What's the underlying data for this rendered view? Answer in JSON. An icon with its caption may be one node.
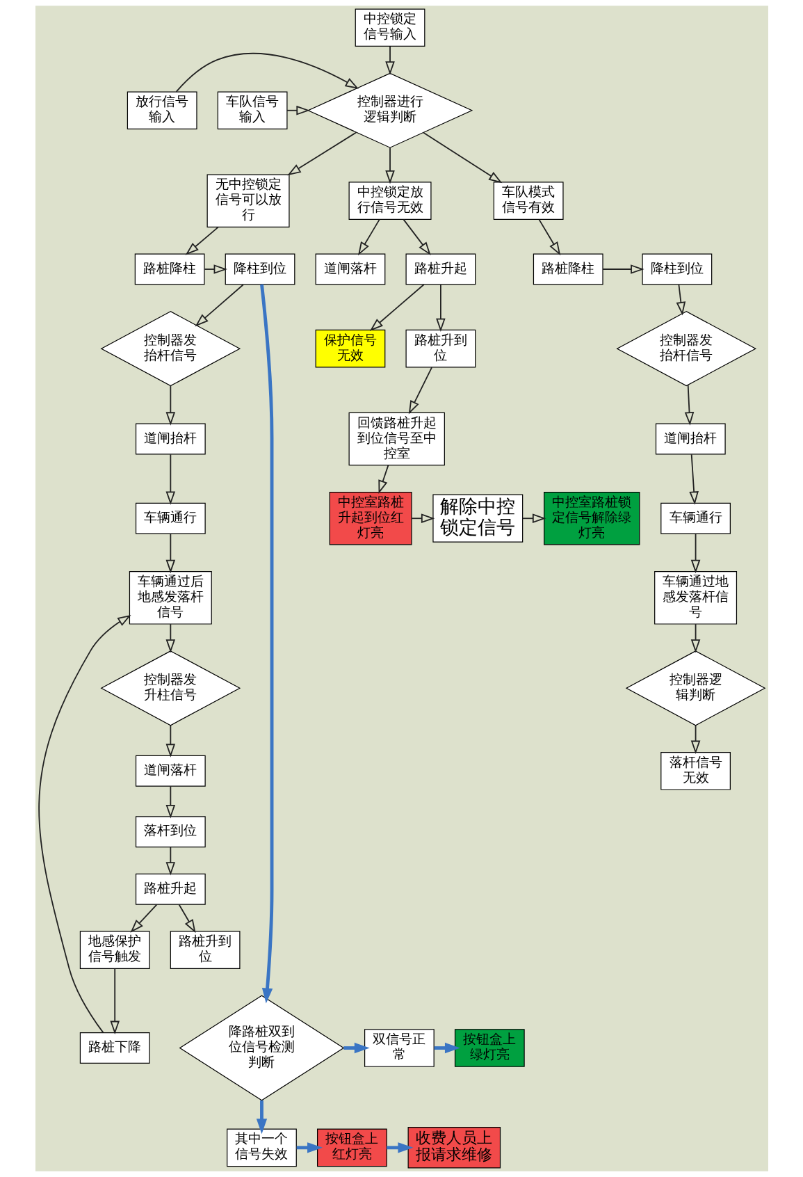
{
  "diagram": {
    "nodes": [
      {
        "text": [
          "中控锁定信号输入"
        ]
      },
      {
        "text": [
          "放行信号输入"
        ]
      },
      {
        "text": [
          "控制器进行逻辑判断"
        ]
      },
      {
        "text": [
          "车队信号输入"
        ]
      },
      {
        "text": [
          "无中控锁定信号可以放行"
        ]
      },
      {
        "text": [
          "中控锁定放行信号无效"
        ]
      },
      {
        "text": [
          "车队模式信号有效"
        ]
      },
      {
        "text": [
          "降柱到位"
        ]
      },
      {
        "text": [
          "路桩降柱"
        ]
      },
      {
        "text": [
          "控制器发抬杆信号"
        ]
      },
      {
        "text": [
          "道闸落杆"
        ]
      },
      {
        "text": [
          "路桩升起"
        ]
      },
      {
        "text": [
          "保护信号无效"
        ]
      },
      {
        "text": [
          "路桩降柱"
        ]
      },
      {
        "text": [
          "降柱到位"
        ]
      },
      {
        "text": [
          "控制器发抬杆信号"
        ]
      },
      {
        "text": [
          "道闸抬杆"
        ]
      },
      {
        "text": [
          "路桩升到位"
        ]
      },
      {
        "text": [
          "道闸抬杆"
        ]
      },
      {
        "text": [
          "车辆通行"
        ]
      },
      {
        "text": [
          "车辆通过后地感发落杆信号"
        ]
      },
      {
        "text": [
          "车辆通行"
        ]
      },
      {
        "text": [
          "车辆通过地感发落杆信号"
        ]
      },
      {
        "text": [
          "回馈路桩升起到位信号至中控室"
        ]
      },
      {
        "text": [
          "控制器发升柱信号"
        ]
      },
      {
        "text": [
          "控制器逻辑判断"
        ]
      },
      {
        "text": [
          "落杆到位"
        ]
      },
      {
        "text": [
          "道闸落杆"
        ]
      },
      {
        "text": [
          "路桩下降"
        ]
      },
      {
        "text": [
          "落杆信号无效"
        ]
      },
      {
        "text": [
          "路桩升起"
        ]
      },
      {
        "text": [
          "地感保护信号触发"
        ]
      },
      {
        "text": [
          "中控室路桩升起到位红灯亮"
        ]
      },
      {
        "text": [
          "解除中控锁定信号"
        ]
      },
      {
        "text": [
          "中控室路桩锁定信号解除绿灯亮"
        ]
      },
      {
        "text": [
          "路桩升到位"
        ]
      },
      {
        "text": [
          "降路桩双到位信号检测判断"
        ]
      },
      {
        "text": [
          "双信号正常"
        ]
      },
      {
        "text": [
          "按钮盒上绿灯亮"
        ]
      },
      {
        "text": [
          "其中一个信号失效"
        ]
      },
      {
        "text": [
          "按钮盒上红灯亮"
        ]
      },
      {
        "text": [
          "收费人员上报请求维修"
        ]
      }
    ],
    "edges": [
      {
        "from": 0,
        "to": 2,
        "arrow": "to"
      },
      {
        "from": 1,
        "to": 2,
        "arrow": "to"
      },
      {
        "from": 3,
        "to": 2,
        "arrow": "to"
      },
      {
        "from": 2,
        "to": 4,
        "arrow": "to"
      },
      {
        "from": 2,
        "to": 5,
        "arrow": "to"
      },
      {
        "from": 2,
        "to": 6,
        "arrow": "to"
      },
      {
        "from": 4,
        "to": 8,
        "arrow": "to"
      },
      {
        "from": 8,
        "to": 7,
        "arrow": "to"
      },
      {
        "from": 7,
        "to": 9,
        "arrow": "to"
      },
      {
        "from": 9,
        "to": 16,
        "arrow": "to"
      },
      {
        "from": 16,
        "to": 19,
        "arrow": "to"
      },
      {
        "from": 19,
        "to": 20,
        "arrow": "to"
      },
      {
        "from": 20,
        "to": 24,
        "arrow": "to"
      },
      {
        "from": 24,
        "to": 27,
        "arrow": "to"
      },
      {
        "from": 27,
        "to": 26,
        "arrow": "to"
      },
      {
        "from": 26,
        "to": 30,
        "arrow": "to"
      },
      {
        "from": 30,
        "to": 31,
        "arrow": "to"
      },
      {
        "from": 30,
        "to": 35,
        "arrow": "to"
      },
      {
        "from": 31,
        "to": 28,
        "arrow": "to"
      },
      {
        "from": 28,
        "to": 20,
        "arrow": "to"
      },
      {
        "from": 5,
        "to": 10,
        "arrow": "to"
      },
      {
        "from": 5,
        "to": 11,
        "arrow": "to"
      },
      {
        "from": 11,
        "to": 12,
        "arrow": "to"
      },
      {
        "from": 11,
        "to": 17,
        "arrow": "to"
      },
      {
        "from": 17,
        "to": 23,
        "arrow": "to"
      },
      {
        "from": 23,
        "to": 32,
        "arrow": "to"
      },
      {
        "from": 32,
        "to": 33,
        "arrow": "to"
      },
      {
        "from": 33,
        "to": 34,
        "arrow": "to"
      },
      {
        "from": 6,
        "to": 13,
        "arrow": "to"
      },
      {
        "from": 13,
        "to": 14,
        "arrow": "to"
      },
      {
        "from": 14,
        "to": 15,
        "arrow": "to"
      },
      {
        "from": 15,
        "to": 18,
        "arrow": "to"
      },
      {
        "from": 18,
        "to": 21,
        "arrow": "to"
      },
      {
        "from": 21,
        "to": 22,
        "arrow": "to"
      },
      {
        "from": 22,
        "to": 25,
        "arrow": "to"
      },
      {
        "from": 25,
        "to": 29,
        "arrow": "to"
      },
      {
        "from": 7,
        "to": 36,
        "arrow": "to",
        "style": "thick",
        "color": "#3a75c4"
      },
      {
        "from": 36,
        "to": 37,
        "arrow": "to",
        "style": "thick",
        "color": "#3a75c4"
      },
      {
        "from": 37,
        "to": 38,
        "arrow": "to",
        "style": "thick",
        "color": "#3a75c4"
      },
      {
        "from": 36,
        "to": 39,
        "arrow": "to",
        "style": "thick",
        "color": "#3a75c4"
      },
      {
        "from": 39,
        "to": 40,
        "arrow": "to",
        "style": "thick",
        "color": "#3a75c4"
      },
      {
        "from": 40,
        "to": 41,
        "arrow": "to",
        "style": "thick",
        "color": "#3a75c4"
      }
    ]
  }
}
